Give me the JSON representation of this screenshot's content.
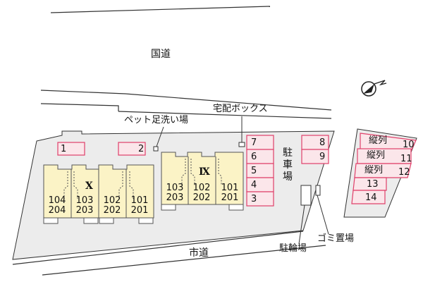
{
  "roads": {
    "national": "国道",
    "city": "市道"
  },
  "facilities": {
    "delivery_box": "宅配ボックス",
    "pet_wash": "ペット足洗い場",
    "parking": "駐車場",
    "bicycle": "駐輪場",
    "garbage": "ゴミ置場"
  },
  "parking_left": [
    "1",
    "2"
  ],
  "parking_column": [
    "7",
    "6",
    "5",
    "4",
    "3"
  ],
  "parking_mid": [
    "8",
    "9"
  ],
  "parking_right": [
    {
      "label": "縦列",
      "num": "10"
    },
    {
      "label": "縦列",
      "num": "11"
    },
    {
      "label": "縦列",
      "num": "12"
    },
    {
      "label": "",
      "num": "13"
    },
    {
      "label": "",
      "num": "14"
    }
  ],
  "building_x": {
    "name": "X",
    "units": [
      [
        "104",
        "204"
      ],
      [
        "103",
        "203"
      ],
      [
        "102",
        "202"
      ],
      [
        "101",
        "201"
      ]
    ]
  },
  "building_ix": {
    "name": "Ⅸ",
    "units": [
      [
        "103",
        "203"
      ],
      [
        "102",
        "202"
      ],
      [
        "101",
        "201"
      ]
    ]
  },
  "colors": {
    "lot": "#ececec",
    "parking_fill": "#fbe6ea",
    "parking_stroke": "#e0406a",
    "building": "#fbf3c6",
    "outline": "#333333"
  },
  "compass_icon": "north-arrow-icon"
}
